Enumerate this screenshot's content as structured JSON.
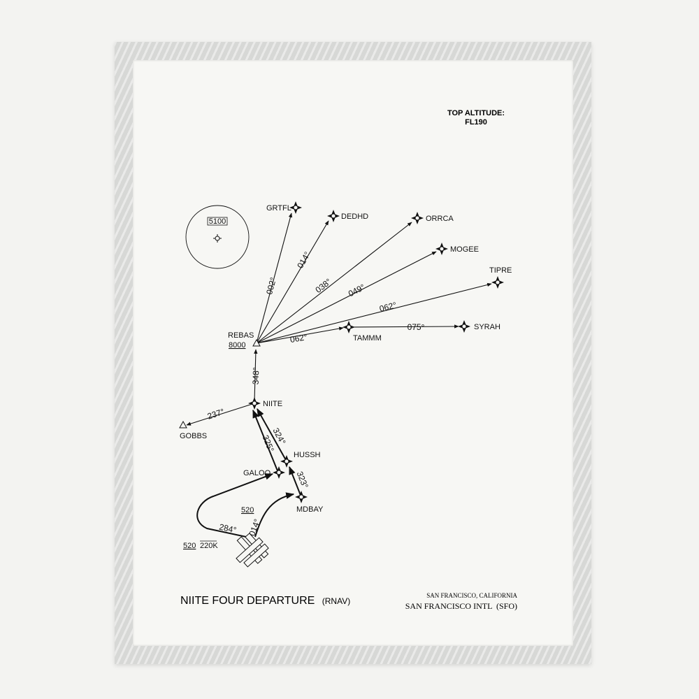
{
  "top_altitude": {
    "label": "TOP ALTITUDE:",
    "value": "FL190"
  },
  "msa": {
    "altitude": "5100"
  },
  "title": {
    "name": "NIITE FOUR DEPARTURE",
    "type": "(RNAV)"
  },
  "location": {
    "city": "SAN FRANCISCO, CALIFORNIA",
    "airport": "SAN FRANCISCO INTL",
    "code": "(SFO)"
  },
  "waypoints": {
    "grtfl": "GRTFL",
    "dedhd": "DEDHD",
    "orrca": "ORRCA",
    "mogee": "MOGEE",
    "tipre": "TIPRE",
    "syrah": "SYRAH",
    "tammm": "TAMMM",
    "rebas": "REBAS",
    "rebas_alt": "8000",
    "niite": "NIITE",
    "gobbs": "GOBBS",
    "hussh": "HUSSH",
    "galoo": "GALOO",
    "mdbay": "MDBAY"
  },
  "courses": {
    "c002": "002°",
    "c014_upper": "014°",
    "c038": "038°",
    "c049": "049°",
    "c062_upper": "062°",
    "c062_lower": "062°",
    "c075": "075°",
    "c348": "348°",
    "c237": "237°",
    "c324": "324°",
    "c325": "325°",
    "c323": "323°",
    "c284": "284°",
    "c014_lower": "014°"
  },
  "restrictions": {
    "left_alt": "520",
    "left_speed": "220K",
    "right_alt": "520"
  }
}
